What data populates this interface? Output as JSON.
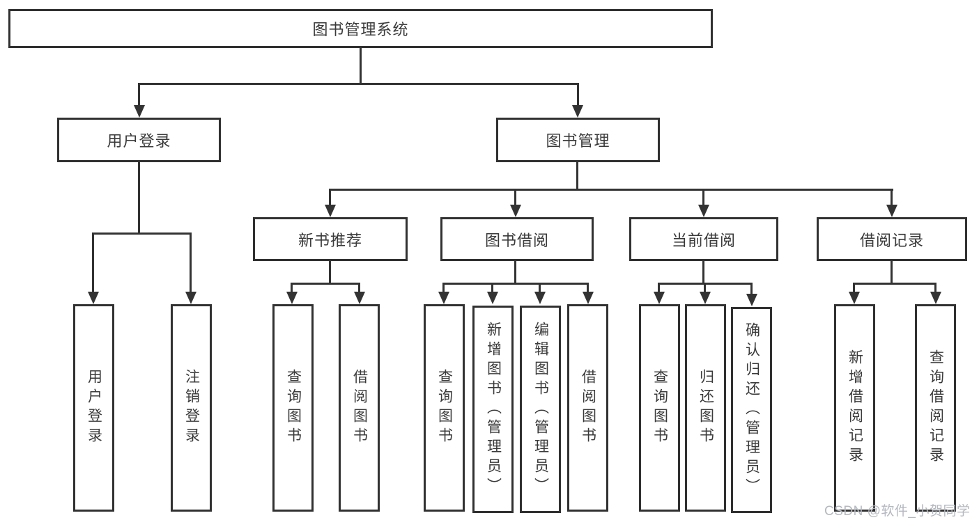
{
  "diagram": {
    "root": {
      "label": "图书管理系统"
    },
    "branches": [
      {
        "label": "用户登录",
        "children": [
          {
            "label": "用户登录"
          },
          {
            "label": "注销登录"
          }
        ]
      },
      {
        "label": "图书管理",
        "children": [
          {
            "label": "新书推荐",
            "children": [
              {
                "label": "查询图书"
              },
              {
                "label": "借阅图书"
              }
            ]
          },
          {
            "label": "图书借阅",
            "children": [
              {
                "label": "查询图书"
              },
              {
                "label": "新增图书（管理员）"
              },
              {
                "label": "编辑图书（管理员）"
              },
              {
                "label": "借阅图书"
              }
            ]
          },
          {
            "label": "当前借阅",
            "children": [
              {
                "label": "查询图书"
              },
              {
                "label": "归还图书"
              },
              {
                "label": "确认归还（管理员）"
              }
            ]
          },
          {
            "label": "借阅记录",
            "children": [
              {
                "label": "新增借阅记录"
              },
              {
                "label": "查询借阅记录"
              }
            ]
          }
        ]
      }
    ]
  },
  "watermark": "CSDN @软件_小贺同学",
  "colors": {
    "line": "#333333",
    "border": "#313131",
    "text": "#3a3a3a",
    "watermark_text": "#b4b8bf",
    "background": "#ffffff"
  }
}
